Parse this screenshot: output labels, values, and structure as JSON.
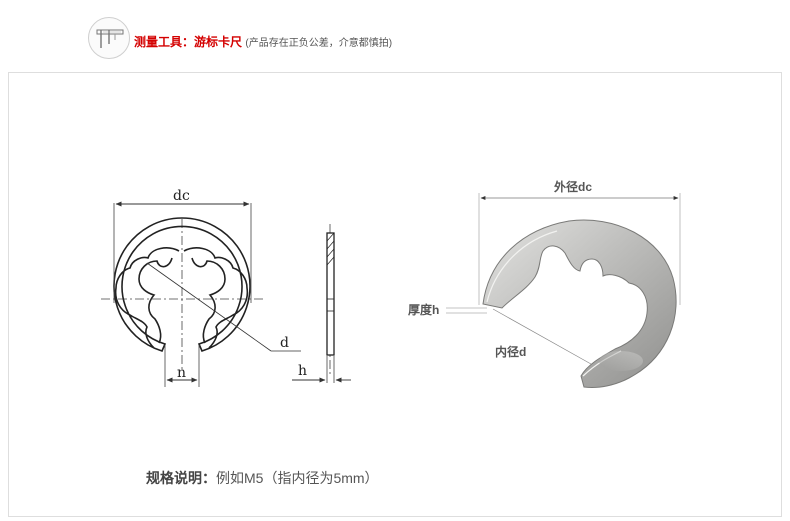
{
  "header": {
    "tool_label": "测量工具：",
    "tool_name": "游标卡尺",
    "tool_note": "(产品存在正负公差，介意都慎拍)"
  },
  "drawing": {
    "label_dc": "dc",
    "label_d": "d",
    "label_n": "n",
    "label_h": "h"
  },
  "photo": {
    "outer_diameter_label": "外径dc",
    "thickness_label": "厚度h",
    "inner_diameter_label": "内径d"
  },
  "footer": {
    "spec_label": "规格说明：",
    "spec_text": "例如M5（指内径为5mm）"
  },
  "colors": {
    "accent_red": "#d40000",
    "panel_border": "#dedede",
    "text_gray": "#555555"
  }
}
